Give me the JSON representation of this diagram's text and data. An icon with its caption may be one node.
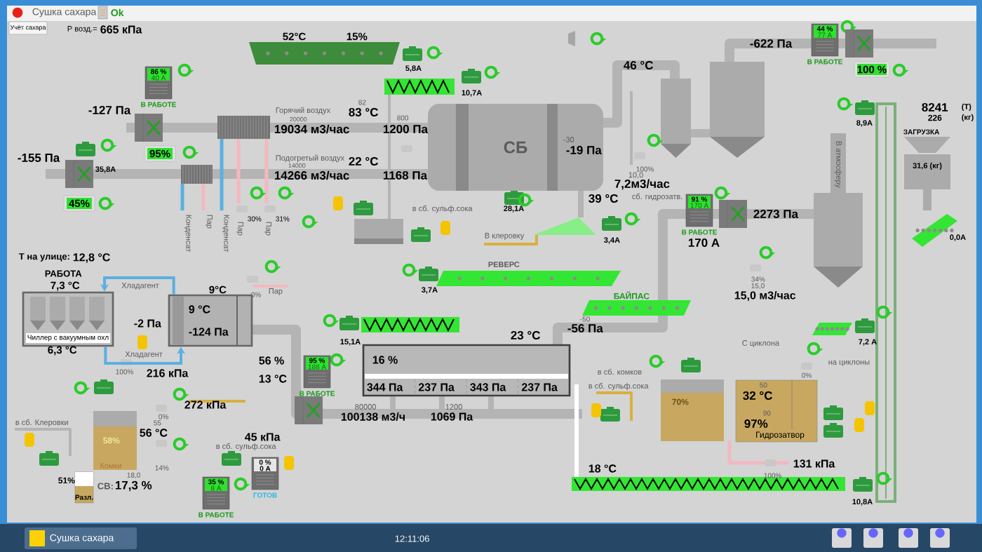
{
  "diagram": {
    "nodes": [
      {
        "text": [
          "Учёт сахара"
        ]
      },
      {
        "text": [
          "86 %",
          "40 А",
          "В РАБОТЕ"
        ]
      },
      {
        "text": [
          "95%"
        ]
      },
      {
        "text": [
          "45%"
        ]
      },
      {
        "text": [
          "СБ"
        ]
      },
      {
        "text": [
          "44 %",
          "77 А",
          "В РАБОТЕ"
        ]
      },
      {
        "text": [
          "100 %"
        ]
      },
      {
        "text": [
          "31,6 (кг)"
        ]
      },
      {
        "text": [
          "91 %",
          "170 А",
          "В РАБОТЕ"
        ]
      },
      {
        "text": [
          "Чиллер с вакуумным охл"
        ]
      },
      {
        "text": [
          "9 °C",
          "-124 Па"
        ]
      },
      {
        "text": [
          "16 %",
          "344 Па",
          "237 Па",
          "343 Па",
          "237 Па"
        ]
      },
      {
        "text": [
          "95 %",
          "188 А",
          "В РАБОТЕ"
        ]
      },
      {
        "text": [
          "58%",
          "Комки"
        ]
      },
      {
        "text": [
          "0 %",
          "0 А",
          "ГОТОВ"
        ]
      },
      {
        "text": [
          "Разл."
        ]
      },
      {
        "text": [
          "70%"
        ]
      },
      {
        "text": [
          "50",
          "32 °C",
          "90",
          "97%",
          "Гидрозатвор"
        ]
      },
      {
        "text": [
          "35 %",
          "8 А",
          "В РАБОТЕ"
        ]
      },
      {
        "text": [],
        "shape": "bar"
      },
      {
        "text": [],
        "shape": "bar"
      },
      {
        "text": [],
        "shape": "box"
      },
      {
        "text": [],
        "shape": "bar"
      },
      {
        "text": [],
        "shape": "bar"
      },
      {
        "text": [],
        "shape": "bar"
      }
    ],
    "edges": [
      {
        "from": 10,
        "to": 9,
        "arrow": "to",
        "label": "Хладагент"
      },
      {
        "from": 9,
        "to": 10,
        "arrow": "to",
        "label": "Хладагент"
      }
    ],
    "labels": [
      "Сушка сахара",
      "Ok",
      "Р возд.=",
      "665 кПа",
      "52°C",
      "15%",
      "5,8А",
      "10,7А",
      "-127 Па",
      "Горячий воздух",
      "20000",
      "82",
      "83 °C",
      "19034 м3/час",
      "800",
      "1200 Па",
      "-155 Па",
      "35,8А",
      "Подогретый воздух",
      "14000",
      "22 °C",
      "14266 м3/час",
      "1168 Па",
      "Конденсат",
      "Пар",
      "Конденсат",
      "30%",
      "Пар",
      "31%",
      "Пар",
      "в сб. сульф.сока",
      "-30",
      "-19 Па",
      "46 °C",
      "-622 Па",
      "8241",
      "(Т)",
      "226",
      "(кг)",
      "8,9А",
      "ЗАГРУЗКА",
      "В атмосферу",
      "100%",
      "10,0",
      "7,2м3/час",
      "сб. гидрозатв.",
      "39 °C",
      "28,1А",
      "В клеровку",
      "3,4А",
      "2273 Па",
      "170 А",
      "0,0А",
      "Т на улице:",
      "12,8 °C",
      "РАБОТА",
      "7,3 °C",
      "РЕВЕРС",
      "3,7А",
      "9°C",
      "0%",
      "Пар",
      "-2 Па",
      "34%",
      "15,0",
      "15,0 м3/час",
      "БАЙПАС",
      "6,3 °C",
      "100%",
      "216 кПа",
      "15,1А",
      "-50",
      "-56 Па",
      "23 °C",
      "7,2 А",
      "С циклона",
      "на циклоны",
      "0%",
      "56 %",
      "13 °C",
      "в сб. комков",
      "в сб. сульф.сока",
      "272 кПа",
      "в сб. Клеровки",
      "0%",
      "55",
      "56 °C",
      "80000",
      "100138 м3/ч",
      "1200",
      "1069 Па",
      "45 кПа",
      "в сб. сульф.сока",
      "14%",
      "51%",
      "18,0",
      "СВ:",
      "17,3 %",
      "131 кПа",
      "100%",
      "18 °C",
      "10,8А",
      "Сушка сахара",
      "12:11:06"
    ]
  }
}
